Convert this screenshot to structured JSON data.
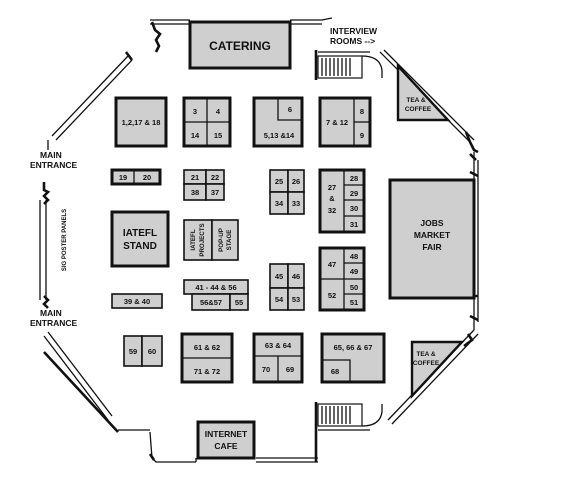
{
  "labels": {
    "catering": "CATERING",
    "interview_line1": "INTERVIEW",
    "interview_line2": "ROOMS -->",
    "tea1_line1": "TEA &",
    "tea1_line2": "COFFEE",
    "tea2_line1": "TEA &",
    "tea2_line2": "COFFEE",
    "main_entrance_top_line1": "MAIN",
    "main_entrance_top_line2": "ENTRANCE",
    "main_entrance_bottom_line1": "MAIN",
    "main_entrance_bottom_line2": "ENTRANCE",
    "poster_panels": "SIG POSTER PANELS",
    "jobs_line1": "JOBS",
    "jobs_line2": "MARKET",
    "jobs_line3": "FAIR",
    "iatefl_stand_line1": "IATEFL",
    "iatefl_stand_line2": "STAND",
    "iatefl_projects_line1": "IATEFL",
    "iatefl_projects_line2": "PROJECTS",
    "popup_line1": "POP-UP",
    "popup_line2": "STAGE",
    "internet_line1": "INTERNET",
    "internet_line2": "CAFE"
  },
  "stands": [
    {
      "id": "s-1-2-17-18",
      "label": "1,2,17 & 18"
    },
    {
      "id": "s-3",
      "label": "3"
    },
    {
      "id": "s-4",
      "label": "4"
    },
    {
      "id": "s-14",
      "label": "14"
    },
    {
      "id": "s-15",
      "label": "15"
    },
    {
      "id": "s-6",
      "label": "6"
    },
    {
      "id": "s-5-13-14",
      "label": "5,13 &14"
    },
    {
      "id": "s-7-12",
      "label": "7 & 12"
    },
    {
      "id": "s-8",
      "label": "8"
    },
    {
      "id": "s-9",
      "label": "9"
    },
    {
      "id": "s-19",
      "label": "19"
    },
    {
      "id": "s-20",
      "label": "20"
    },
    {
      "id": "s-21",
      "label": "21"
    },
    {
      "id": "s-22",
      "label": "22"
    },
    {
      "id": "s-38",
      "label": "38"
    },
    {
      "id": "s-37",
      "label": "37"
    },
    {
      "id": "s-25",
      "label": "25"
    },
    {
      "id": "s-26",
      "label": "26"
    },
    {
      "id": "s-34",
      "label": "34"
    },
    {
      "id": "s-33",
      "label": "33"
    },
    {
      "id": "s-27-32-a",
      "label": "27"
    },
    {
      "id": "s-27-32-b",
      "label": "&"
    },
    {
      "id": "s-27-32-c",
      "label": "32"
    },
    {
      "id": "s-28",
      "label": "28"
    },
    {
      "id": "s-29",
      "label": "29"
    },
    {
      "id": "s-30",
      "label": "30"
    },
    {
      "id": "s-31",
      "label": "31"
    },
    {
      "id": "s-47",
      "label": "47"
    },
    {
      "id": "s-48",
      "label": "48"
    },
    {
      "id": "s-49",
      "label": "49"
    },
    {
      "id": "s-52",
      "label": "52"
    },
    {
      "id": "s-50",
      "label": "50"
    },
    {
      "id": "s-51",
      "label": "51"
    },
    {
      "id": "s-45",
      "label": "45"
    },
    {
      "id": "s-46",
      "label": "46"
    },
    {
      "id": "s-54",
      "label": "54"
    },
    {
      "id": "s-53",
      "label": "53"
    },
    {
      "id": "s-41-44-56",
      "label": "41 - 44 & 56"
    },
    {
      "id": "s-56-57",
      "label": "56&57"
    },
    {
      "id": "s-55",
      "label": "55"
    },
    {
      "id": "s-39-40",
      "label": "39 & 40"
    },
    {
      "id": "s-59",
      "label": "59"
    },
    {
      "id": "s-60",
      "label": "60"
    },
    {
      "id": "s-61-62",
      "label": "61 & 62"
    },
    {
      "id": "s-71-72",
      "label": "71 & 72"
    },
    {
      "id": "s-63-64",
      "label": "63 & 64"
    },
    {
      "id": "s-70",
      "label": "70"
    },
    {
      "id": "s-69",
      "label": "69"
    },
    {
      "id": "s-65-66-67",
      "label": "65, 66 & 67"
    },
    {
      "id": "s-68",
      "label": "68"
    }
  ]
}
